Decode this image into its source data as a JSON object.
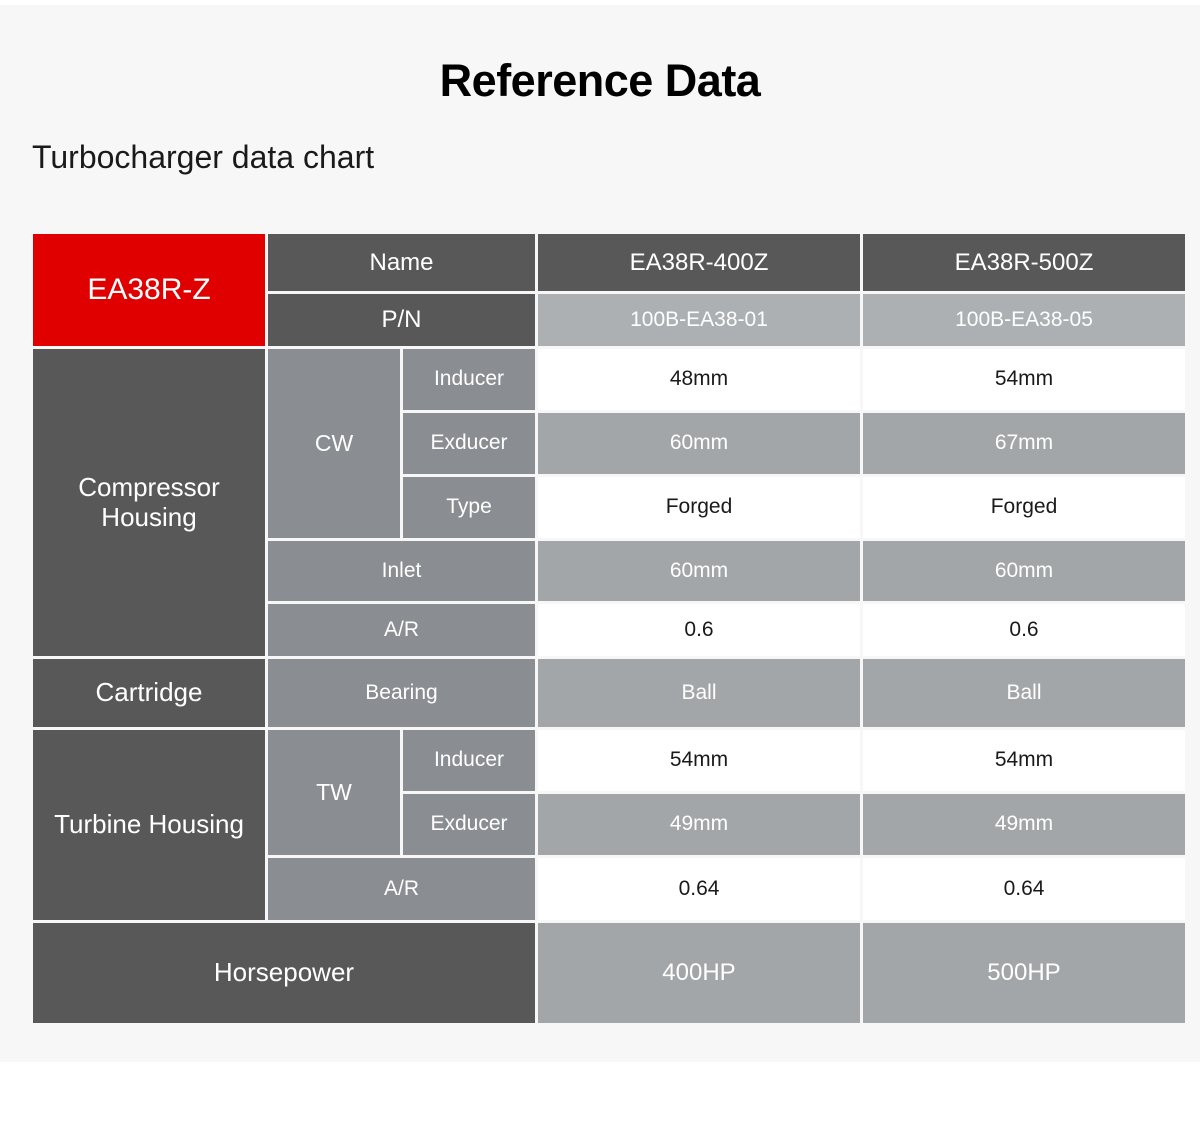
{
  "header": {
    "title": "Reference Data",
    "subtitle": "Turbocharger data chart"
  },
  "colors": {
    "brand_red": "#e00000",
    "dark_gray": "#585858",
    "mid_gray": "#8a8d91",
    "light_gray": "#acb0b3",
    "data_gray": "#a3a6a8",
    "page_background": "#f7f7f7"
  },
  "chart_data": {
    "type": "table",
    "title": "Turbocharger data chart",
    "series_label": "EA38R-Z",
    "columns": [
      "EA38R-400Z",
      "EA38R-500Z"
    ],
    "rows": [
      {
        "group": "",
        "sub": "",
        "label": "Name",
        "values": [
          "EA38R-400Z",
          "EA38R-500Z"
        ]
      },
      {
        "group": "",
        "sub": "",
        "label": "P/N",
        "values": [
          "100B-EA38-01",
          "100B-EA38-05"
        ]
      },
      {
        "group": "Compressor Housing",
        "sub": "CW",
        "label": "Inducer",
        "values": [
          "48mm",
          "54mm"
        ]
      },
      {
        "group": "Compressor Housing",
        "sub": "CW",
        "label": "Exducer",
        "values": [
          "60mm",
          "67mm"
        ]
      },
      {
        "group": "Compressor Housing",
        "sub": "CW",
        "label": "Type",
        "values": [
          "Forged",
          "Forged"
        ]
      },
      {
        "group": "Compressor Housing",
        "sub": "",
        "label": "Inlet",
        "values": [
          "60mm",
          "60mm"
        ]
      },
      {
        "group": "Compressor Housing",
        "sub": "",
        "label": "A/R",
        "values": [
          "0.6",
          "0.6"
        ]
      },
      {
        "group": "Cartridge",
        "sub": "",
        "label": "Bearing",
        "values": [
          "Ball",
          "Ball"
        ]
      },
      {
        "group": "Turbine Housing",
        "sub": "TW",
        "label": "Inducer",
        "values": [
          "54mm",
          "54mm"
        ]
      },
      {
        "group": "Turbine Housing",
        "sub": "TW",
        "label": "Exducer",
        "values": [
          "49mm",
          "49mm"
        ]
      },
      {
        "group": "Turbine Housing",
        "sub": "",
        "label": "A/R",
        "values": [
          "0.64",
          "0.64"
        ]
      },
      {
        "group": "Horsepower",
        "sub": "",
        "label": "",
        "values": [
          "400HP",
          "500HP"
        ]
      }
    ]
  },
  "table": {
    "brand": "EA38R-Z",
    "name_label": "Name",
    "pn_label": "P/N",
    "model_1": "EA38R-400Z",
    "model_2": "EA38R-500Z",
    "pn_1": "100B-EA38-01",
    "pn_2": "100B-EA38-05",
    "compressor_housing": "Compressor Housing",
    "cw": "CW",
    "inducer": "Inducer",
    "exducer": "Exducer",
    "type": "Type",
    "inlet": "Inlet",
    "ar": "A/R",
    "cw_inducer_1": "48mm",
    "cw_inducer_2": "54mm",
    "cw_exducer_1": "60mm",
    "cw_exducer_2": "67mm",
    "cw_type_1": "Forged",
    "cw_type_2": "Forged",
    "inlet_1": "60mm",
    "inlet_2": "60mm",
    "comp_ar_1": "0.6",
    "comp_ar_2": "0.6",
    "cartridge": "Cartridge",
    "bearing": "Bearing",
    "bearing_1": "Ball",
    "bearing_2": "Ball",
    "turbine_housing": "Turbine Housing",
    "tw": "TW",
    "tw_inducer": "Inducer",
    "tw_exducer": "Exducer",
    "tw_inducer_1": "54mm",
    "tw_inducer_2": "54mm",
    "tw_exducer_1": "49mm",
    "tw_exducer_2": "49mm",
    "turb_ar": "A/R",
    "turb_ar_1": "0.64",
    "turb_ar_2": "0.64",
    "horsepower": "Horsepower",
    "hp_1": "400HP",
    "hp_2": "500HP"
  }
}
